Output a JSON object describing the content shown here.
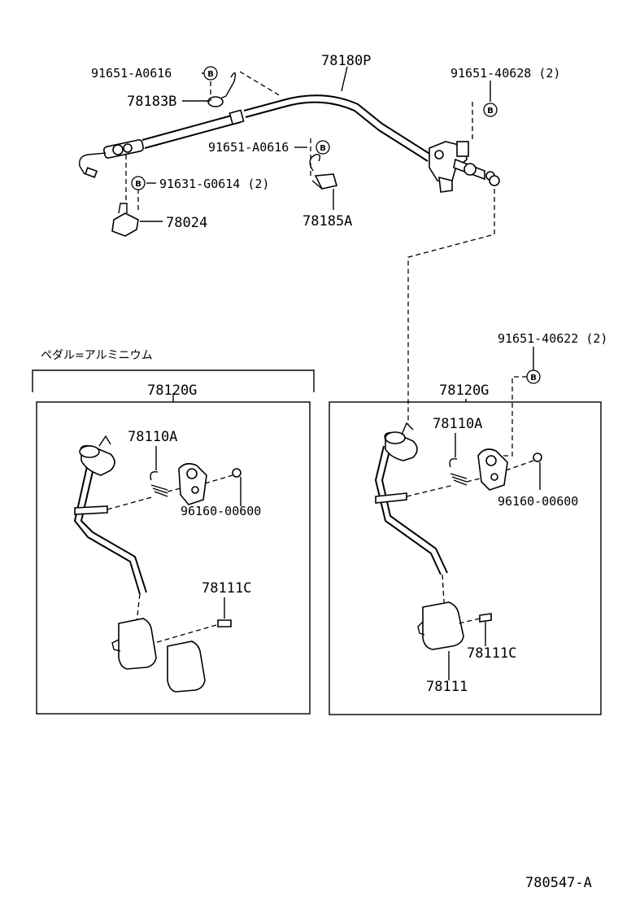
{
  "diagram": {
    "cable_label": "78180P",
    "badge_letter": "B",
    "top_parts": {
      "bolt_a_upper": "91651-A0616",
      "clip_b": "78183B",
      "bolt_a_mid": "91651-A0616",
      "clip_a": "78185A",
      "screw_g0614": "91631-G0614 (2)",
      "bracket": "78024",
      "bolt_40628": "91651-40628 (2)"
    },
    "left_panel": {
      "heading": "ペダル=アルミニウム",
      "assembly_label": "78120G",
      "spring_label": "78110A",
      "nut_label": "96160-00600",
      "pin_label": "78111C"
    },
    "right_panel": {
      "bolt_label": "91651-40622 (2)",
      "assembly_label": "78120G",
      "spring_label": "78110A",
      "nut_label": "96160-00600",
      "pin_label": "78111C",
      "pad_label": "78111"
    },
    "figure_code": "780547-A"
  }
}
